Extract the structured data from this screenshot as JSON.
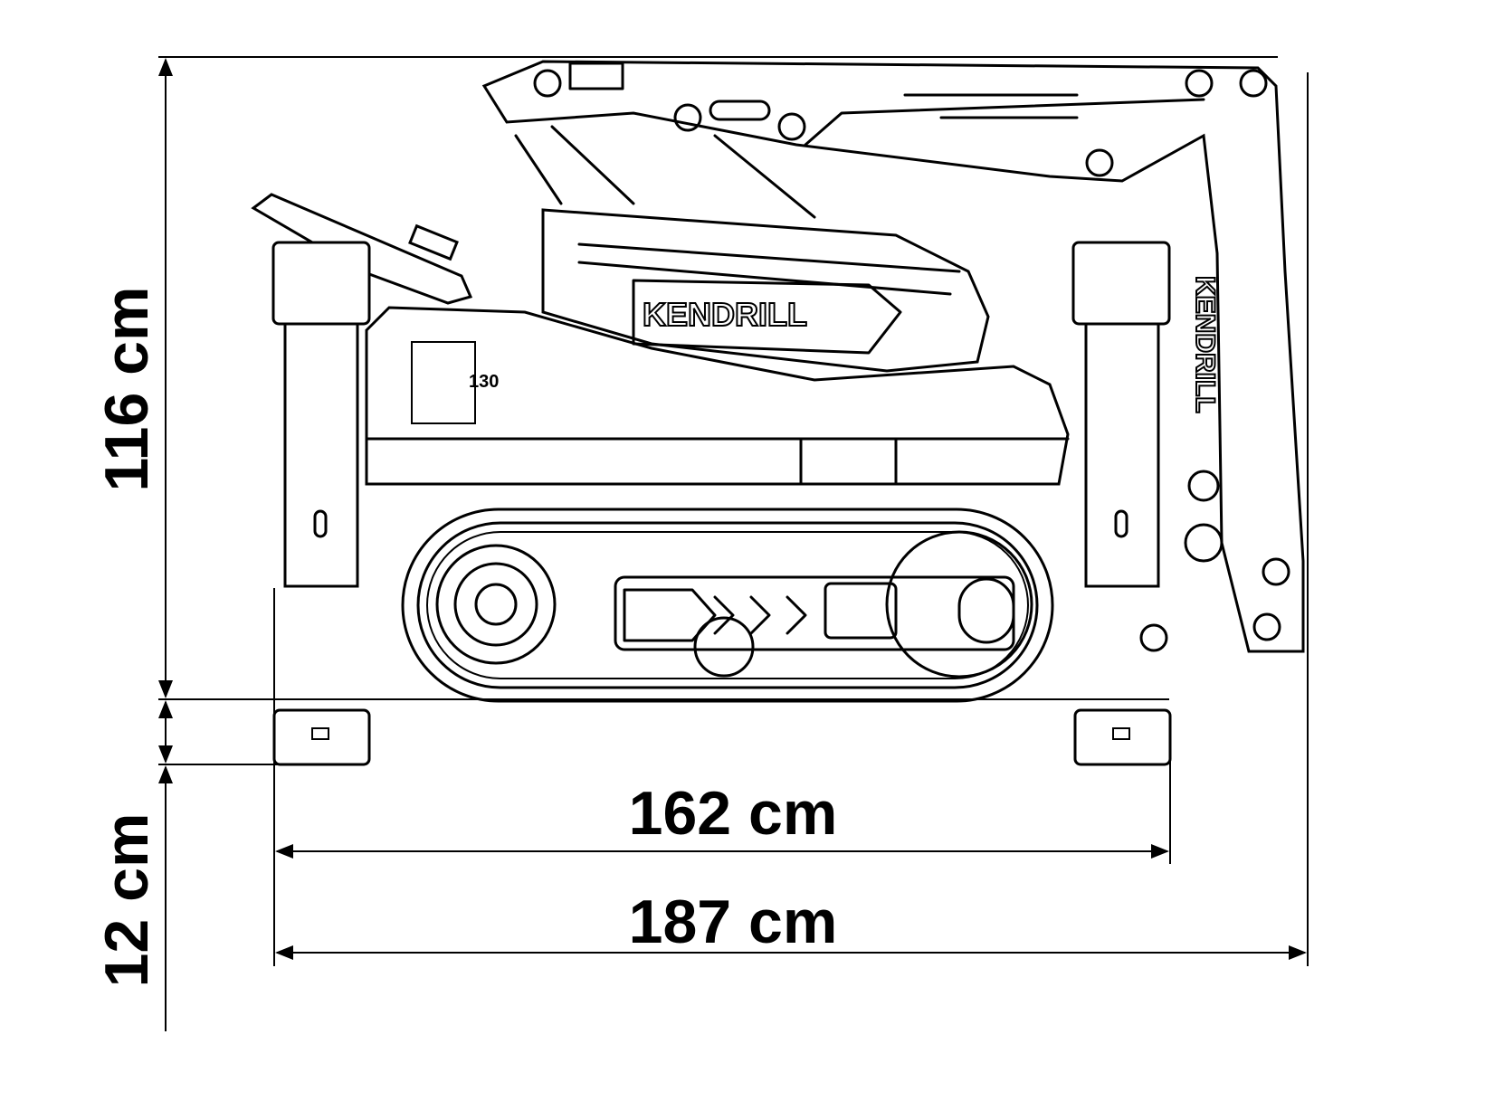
{
  "diagram": {
    "brand_logo": "KENDRILL",
    "boom_logo": "KENDRILL",
    "model_badge": "130",
    "dimensions": {
      "overall_height": "116 cm",
      "outrigger_clearance": "12 cm",
      "track_outrigger_width": "162 cm",
      "overall_length": "187 cm"
    }
  }
}
